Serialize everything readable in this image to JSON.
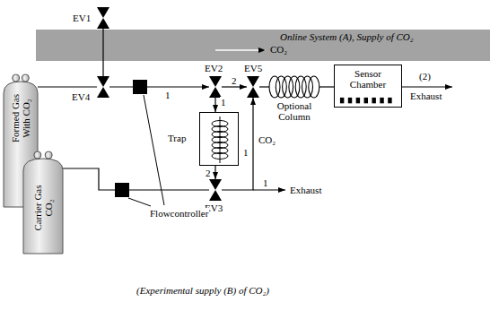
{
  "diagram": {
    "caption": "(Experimental supply (B) of CO₂)",
    "nodes": [
      {
        "text": [
          "EV1"
        ]
      },
      {
        "text": [
          "Online System (A), Supply of CO₂"
        ]
      },
      {
        "text": [
          "EV4"
        ]
      },
      {
        "text": [
          "EV2"
        ]
      },
      {
        "text": [
          "EV5"
        ]
      },
      {
        "text": [
          "Optional Column"
        ]
      },
      {
        "text": [
          "Sensor Chamber"
        ]
      },
      {
        "text": [
          "Trap"
        ]
      },
      {
        "text": [
          "EV3"
        ]
      },
      {
        "text": [
          "Formed Gas With CO₂"
        ]
      },
      {
        "text": [
          "Carrier Gas CO₂"
        ]
      }
    ],
    "edges": [
      {
        "from": 0,
        "to": 2,
        "arrow": "none"
      },
      {
        "from": 9,
        "to": 2,
        "arrow": "none"
      },
      {
        "from": 2,
        "to": 3,
        "label": "1",
        "arrow": "to"
      },
      {
        "from": 3,
        "to": 4,
        "label": "2",
        "arrow": "to"
      },
      {
        "from": 4,
        "to": 5,
        "arrow": "none"
      },
      {
        "from": 5,
        "to": 6,
        "arrow": "none"
      },
      {
        "from": 3,
        "to": 7,
        "label": "1",
        "arrow": "to"
      },
      {
        "from": 7,
        "to": 8,
        "label": "2",
        "arrow": "to"
      },
      {
        "from": 8,
        "to": 4,
        "label": "CO₂",
        "arrow": "to"
      },
      {
        "from": 10,
        "to": 8,
        "arrow": "none"
      }
    ],
    "labels": [
      "CO₂",
      "(2)",
      "Exhaust",
      "1",
      "1",
      "Exhaust",
      "Flowcontroller"
    ]
  }
}
